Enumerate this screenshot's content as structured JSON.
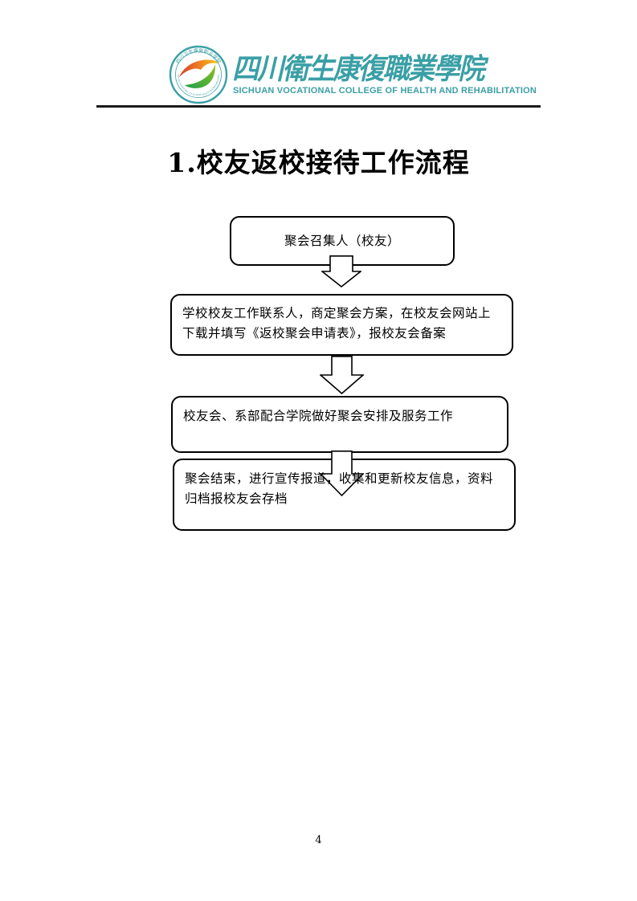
{
  "page": {
    "background_color": "#ffffff",
    "page_number": "4"
  },
  "header": {
    "brand_color": "#3A9FA6",
    "logo": {
      "emblem": "circular-seal-with-phoenix-swoosh",
      "ring_text_top_cn": "四川卫生康复职业学院",
      "ring_text_bottom_en": "SICHUAN VOCATIONAL COLLEGE OF HEALTH AND REHABILITATION",
      "swoosh_colors": [
        "#D93A2B",
        "#F08A1E",
        "#F6C51E",
        "#1F9E4A",
        "#8FC31F"
      ]
    },
    "college_name_cn": "四川衛生康復職業學院",
    "college_name_en": "SICHUAN VOCATIONAL COLLEGE OF HEALTH AND REHABILITATION",
    "rule_color": "#1a1a1a"
  },
  "document": {
    "title": "1.校友返校接待工作流程"
  },
  "flowchart": {
    "border_color": "#000000",
    "connector_style": "hollow-block-arrow-down",
    "steps": [
      {
        "id": 1,
        "text": "聚会召集人（校友）",
        "align": "center"
      },
      {
        "id": 2,
        "text": "学校校友工作联系人，商定聚会方案，在校友会网站上下载并填写《返校聚会申请表》，报校友会备案",
        "align": "left"
      },
      {
        "id": 3,
        "text": "校友会、系部配合学院做好聚会安排及服务工作",
        "align": "left"
      },
      {
        "id": 4,
        "text": "聚会结束，进行宣传报道，收集和更新校友信息，资料归档报校友会存档",
        "align": "left"
      }
    ]
  }
}
